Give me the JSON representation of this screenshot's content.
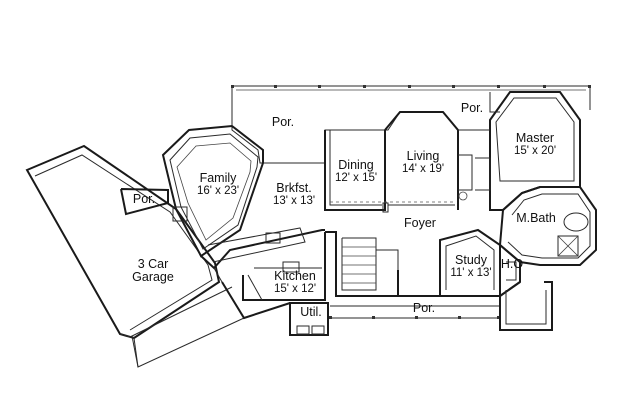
{
  "plan": {
    "rooms": [
      {
        "id": "porch-rear",
        "name": "Por.",
        "dims": ""
      },
      {
        "id": "porch-right",
        "name": "Por.",
        "dims": ""
      },
      {
        "id": "master",
        "name": "Master",
        "dims": "15' x 20'"
      },
      {
        "id": "dining",
        "name": "Dining",
        "dims": "12' x 15'"
      },
      {
        "id": "living",
        "name": "Living",
        "dims": "14' x 19'"
      },
      {
        "id": "family",
        "name": "Family",
        "dims": "16' x 23'"
      },
      {
        "id": "brkfst",
        "name": "Brkfst.",
        "dims": "13' x 13'"
      },
      {
        "id": "porch-side",
        "name": "Por.",
        "dims": ""
      },
      {
        "id": "foyer",
        "name": "Foyer",
        "dims": ""
      },
      {
        "id": "mbath",
        "name": "M.Bath",
        "dims": ""
      },
      {
        "id": "study",
        "name": "Study",
        "dims": "11' x 13'"
      },
      {
        "id": "ho",
        "name": "H.O",
        "dims": ""
      },
      {
        "id": "garage",
        "name": "3 Car",
        "dims": "Garage"
      },
      {
        "id": "kitchen",
        "name": "Kitchen",
        "dims": "15' x 12'"
      },
      {
        "id": "util",
        "name": "Util.",
        "dims": ""
      },
      {
        "id": "porch-front",
        "name": "Por.",
        "dims": ""
      }
    ]
  }
}
